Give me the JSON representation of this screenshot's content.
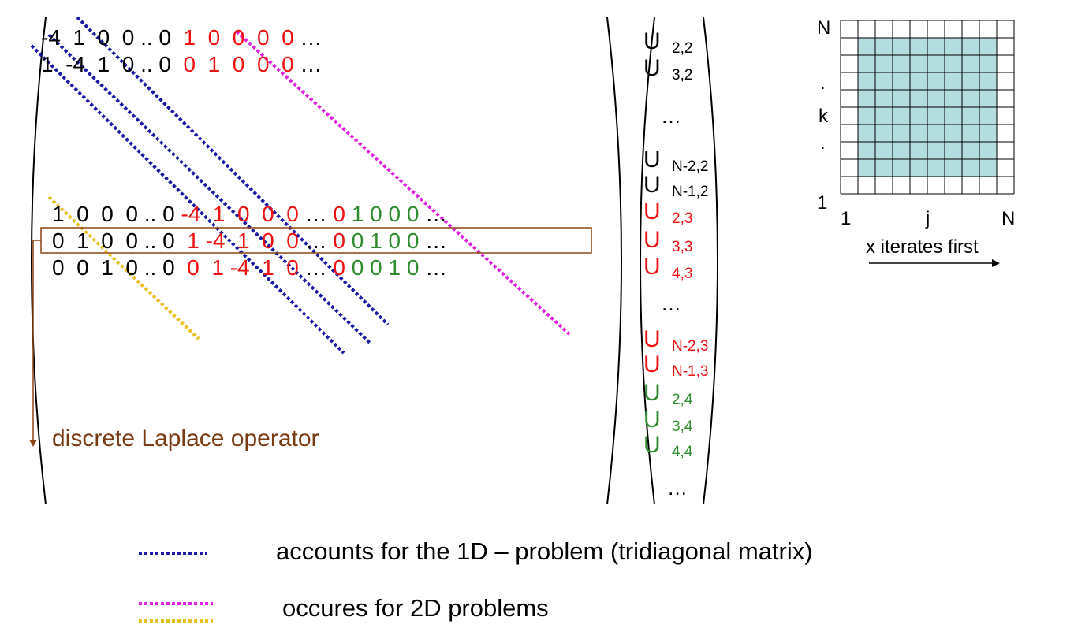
{
  "matrix": {
    "top_rows": [
      [
        {
          "t": "-4  1  0  0 .. 0  ",
          "c": "k"
        },
        {
          "t": "1  0  0  0  0",
          "c": "r"
        },
        {
          "t": " …",
          "c": "k"
        }
      ],
      [
        {
          "t": "1  -4  1  0 .. 0  ",
          "c": "k"
        },
        {
          "t": "0  1  0  0  0",
          "c": "r"
        },
        {
          "t": " …",
          "c": "k"
        }
      ]
    ],
    "mid_rows": [
      [
        {
          "t": "1  0  0  0 .. 0 ",
          "c": "k"
        },
        {
          "t": "-4  1  0  0  0",
          "c": "r"
        },
        {
          "t": " … ",
          "c": "k"
        },
        {
          "t": "0",
          "c": "r"
        },
        {
          "t": " 1 0 0 0",
          "c": "g"
        },
        {
          "t": " …",
          "c": "k"
        }
      ],
      [
        {
          "t": "0  1  0  0 .. 0  ",
          "c": "k"
        },
        {
          "t": "1 -4  1  0  0",
          "c": "r"
        },
        {
          "t": " … ",
          "c": "k"
        },
        {
          "t": "0",
          "c": "r"
        },
        {
          "t": " 0 1 0 0",
          "c": "g"
        },
        {
          "t": " …",
          "c": "k"
        }
      ],
      [
        {
          "t": "0  0  1  0 .. 0  ",
          "c": "k"
        },
        {
          "t": "0  1 -4  1  0",
          "c": "r"
        },
        {
          "t": " … ",
          "c": "k"
        },
        {
          "t": "0",
          "c": "r"
        },
        {
          "t": " 0 0 1 0",
          "c": "g"
        },
        {
          "t": " …",
          "c": "k"
        }
      ]
    ],
    "annotation": "discrete  Laplace operator"
  },
  "vector": {
    "letter": "U",
    "entries": [
      {
        "sub": "2,2",
        "color": "#000000"
      },
      {
        "sub": "3,2",
        "color": "#000000"
      },
      {
        "sub": "N-2,2",
        "color": "#000000"
      },
      {
        "sub": "N-1,2",
        "color": "#000000"
      },
      {
        "sub": "2,3",
        "color": "#ee1111"
      },
      {
        "sub": "3,3",
        "color": "#ee1111"
      },
      {
        "sub": "4,3",
        "color": "#ee1111"
      },
      {
        "sub": "N-2,3",
        "color": "#ee1111"
      },
      {
        "sub": "N-1,3",
        "color": "#ee1111"
      },
      {
        "sub": "2,4",
        "color": "#2e8b2e"
      },
      {
        "sub": "3,4",
        "color": "#2e8b2e"
      },
      {
        "sub": "4,4",
        "color": "#2e8b2e"
      }
    ],
    "ellipsis": "…"
  },
  "grid": {
    "rows": 10,
    "cols": 10,
    "fill": "#b4dde0",
    "label_y_top": "N",
    "label_y_mid": "k",
    "label_y_dot": ".",
    "label_y_bottom": "1",
    "label_x_left": "1",
    "label_x_mid": "j",
    "label_x_right": "N",
    "caption": "x iterates first"
  },
  "legend": [
    {
      "colors": [
        "#1a1aa6"
      ],
      "text": "accounts for the 1D – problem (tridiagonal matrix)"
    },
    {
      "colors": [
        "#e020e0",
        "#e8c020"
      ],
      "text": "occures for 2D problems"
    }
  ],
  "colors": {
    "blue": "#1a1aa6",
    "magenta": "#e020e0",
    "yellow": "#e8c020",
    "brown": "#8b4513"
  }
}
